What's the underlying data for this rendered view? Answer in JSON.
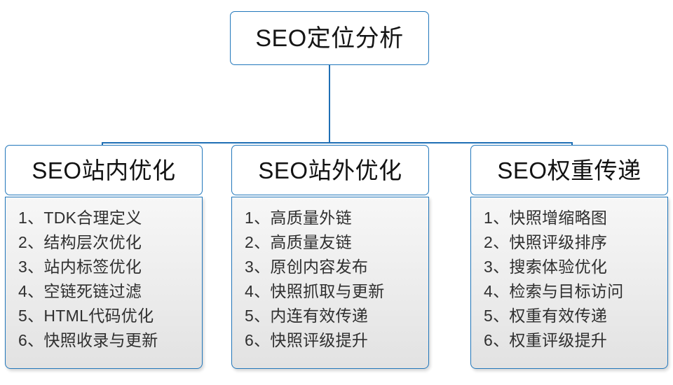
{
  "diagram": {
    "type": "org-tree",
    "root": {
      "label": "SEO定位分析"
    },
    "accent_color": "#2277bb",
    "branches": [
      {
        "header": "SEO站内优化",
        "items": [
          "1、TDK合理定义",
          "2、结构层次优化",
          "3、站内标签优化",
          "4、空链死链过滤",
          "5、HTML代码优化",
          "6、快照收录与更新"
        ]
      },
      {
        "header": "SEO站外优化",
        "items": [
          "1、高质量外链",
          "2、高质量友链",
          "3、原创内容发布",
          "4、快照抓取与更新",
          "5、内连有效传递",
          "6、快照评级提升"
        ]
      },
      {
        "header": "SEO权重传递",
        "items": [
          "1、快照增缩略图",
          "2、快照评级排序",
          "3、搜索体验优化",
          "4、检索与目标访问",
          "5、权重有效传递",
          "6、权重评级提升"
        ]
      }
    ]
  }
}
